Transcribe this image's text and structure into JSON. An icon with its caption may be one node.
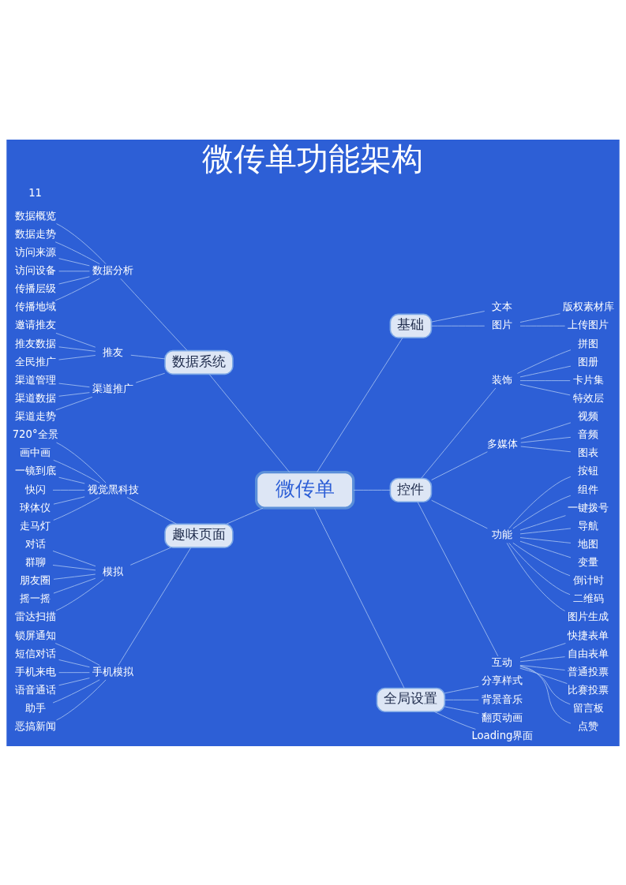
{
  "diagram": {
    "title": "微传单功能架构",
    "nodes": [
      {
        "text": [
          "微传单"
        ]
      },
      {
        "text": [
          "基础"
        ]
      },
      {
        "text": [
          "文本"
        ]
      },
      {
        "text": [
          "图片"
        ]
      },
      {
        "text": [
          "版权素材库"
        ]
      },
      {
        "text": [
          "上传图片"
        ]
      },
      {
        "text": [
          "控件"
        ]
      },
      {
        "text": [
          "装饰"
        ]
      },
      {
        "text": [
          "拼图"
        ]
      },
      {
        "text": [
          "图册"
        ]
      },
      {
        "text": [
          "卡片集"
        ]
      },
      {
        "text": [
          "特效层"
        ]
      },
      {
        "text": [
          "多媒体"
        ]
      },
      {
        "text": [
          "视频"
        ]
      },
      {
        "text": [
          "音频"
        ]
      },
      {
        "text": [
          "图表"
        ]
      },
      {
        "text": [
          "功能"
        ]
      },
      {
        "text": [
          "按钮"
        ]
      },
      {
        "text": [
          "组件"
        ]
      },
      {
        "text": [
          "一键拨号"
        ]
      },
      {
        "text": [
          "导航"
        ]
      },
      {
        "text": [
          "地图"
        ]
      },
      {
        "text": [
          "变量"
        ]
      },
      {
        "text": [
          "倒计时"
        ]
      },
      {
        "text": [
          "二维码"
        ]
      },
      {
        "text": [
          "图片生成"
        ]
      },
      {
        "text": [
          "互动"
        ]
      },
      {
        "text": [
          "快捷表单"
        ]
      },
      {
        "text": [
          "自由表单"
        ]
      },
      {
        "text": [
          "普通投票"
        ]
      },
      {
        "text": [
          "比赛投票"
        ]
      },
      {
        "text": [
          "留言板"
        ]
      },
      {
        "text": [
          "点赞"
        ]
      },
      {
        "text": [
          "全局设置"
        ]
      },
      {
        "text": [
          "分享样式"
        ]
      },
      {
        "text": [
          "背景音乐"
        ]
      },
      {
        "text": [
          "翻页动画"
        ]
      },
      {
        "text": [
          "Loading界面"
        ]
      },
      {
        "text": [
          "数据系统"
        ]
      },
      {
        "text": [
          "数据分析"
        ]
      },
      {
        "text": [
          "数据概览"
        ]
      },
      {
        "text": [
          "数据走势"
        ]
      },
      {
        "text": [
          "访问来源"
        ]
      },
      {
        "text": [
          "访问设备"
        ]
      },
      {
        "text": [
          "传播层级"
        ]
      },
      {
        "text": [
          "传播地域"
        ]
      },
      {
        "text": [
          "推友"
        ]
      },
      {
        "text": [
          "邀请推友"
        ]
      },
      {
        "text": [
          "推友数据"
        ]
      },
      {
        "text": [
          "全民推广"
        ]
      },
      {
        "text": [
          "渠道推广"
        ]
      },
      {
        "text": [
          "渠道管理"
        ]
      },
      {
        "text": [
          "渠道数据"
        ]
      },
      {
        "text": [
          "渠道走势"
        ]
      },
      {
        "text": [
          "趣味页面"
        ]
      },
      {
        "text": [
          "视觉黑科技"
        ]
      },
      {
        "text": [
          "720°全景"
        ]
      },
      {
        "text": [
          "画中画"
        ]
      },
      {
        "text": [
          "一镜到底"
        ]
      },
      {
        "text": [
          "快闪"
        ]
      },
      {
        "text": [
          "球体仪"
        ]
      },
      {
        "text": [
          "走马灯"
        ]
      },
      {
        "text": [
          "模拟"
        ]
      },
      {
        "text": [
          "对话"
        ]
      },
      {
        "text": [
          "群聊"
        ]
      },
      {
        "text": [
          "朋友圈"
        ]
      },
      {
        "text": [
          "摇一摇"
        ]
      },
      {
        "text": [
          "雷达扫描"
        ]
      },
      {
        "text": [
          "手机模拟"
        ]
      },
      {
        "text": [
          "锁屏通知"
        ]
      },
      {
        "text": [
          "短信对话"
        ]
      },
      {
        "text": [
          "手机来电"
        ]
      },
      {
        "text": [
          "语音通话"
        ]
      },
      {
        "text": [
          "助手"
        ]
      },
      {
        "text": [
          "恶搞新闻"
        ]
      }
    ],
    "edges": [
      {
        "from": 0,
        "to": 1,
        "arrow": "none"
      },
      {
        "from": 1,
        "to": 2,
        "arrow": "none"
      },
      {
        "from": 1,
        "to": 3,
        "arrow": "none"
      },
      {
        "from": 3,
        "to": 4,
        "arrow": "none"
      },
      {
        "from": 3,
        "to": 5,
        "arrow": "none"
      },
      {
        "from": 0,
        "to": 6,
        "arrow": "none"
      },
      {
        "from": 6,
        "to": 7,
        "arrow": "none"
      },
      {
        "from": 7,
        "to": 8,
        "arrow": "none"
      },
      {
        "from": 7,
        "to": 9,
        "arrow": "none"
      },
      {
        "from": 7,
        "to": 10,
        "arrow": "none"
      },
      {
        "from": 7,
        "to": 11,
        "arrow": "none"
      },
      {
        "from": 6,
        "to": 12,
        "arrow": "none"
      },
      {
        "from": 12,
        "to": 13,
        "arrow": "none"
      },
      {
        "from": 12,
        "to": 14,
        "arrow": "none"
      },
      {
        "from": 12,
        "to": 15,
        "arrow": "none"
      },
      {
        "from": 6,
        "to": 16,
        "arrow": "none"
      },
      {
        "from": 16,
        "to": 17,
        "arrow": "none"
      },
      {
        "from": 16,
        "to": 18,
        "arrow": "none"
      },
      {
        "from": 16,
        "to": 19,
        "arrow": "none"
      },
      {
        "from": 16,
        "to": 20,
        "arrow": "none"
      },
      {
        "from": 16,
        "to": 21,
        "arrow": "none"
      },
      {
        "from": 16,
        "to": 22,
        "arrow": "none"
      },
      {
        "from": 16,
        "to": 23,
        "arrow": "none"
      },
      {
        "from": 16,
        "to": 24,
        "arrow": "none"
      },
      {
        "from": 16,
        "to": 25,
        "arrow": "none"
      },
      {
        "from": 6,
        "to": 26,
        "arrow": "none"
      },
      {
        "from": 26,
        "to": 27,
        "arrow": "none"
      },
      {
        "from": 26,
        "to": 28,
        "arrow": "none"
      },
      {
        "from": 26,
        "to": 29,
        "arrow": "none"
      },
      {
        "from": 26,
        "to": 30,
        "arrow": "none"
      },
      {
        "from": 26,
        "to": 31,
        "arrow": "none"
      },
      {
        "from": 26,
        "to": 32,
        "arrow": "none"
      },
      {
        "from": 0,
        "to": 33,
        "arrow": "none"
      },
      {
        "from": 33,
        "to": 34,
        "arrow": "none"
      },
      {
        "from": 33,
        "to": 35,
        "arrow": "none"
      },
      {
        "from": 33,
        "to": 36,
        "arrow": "none"
      },
      {
        "from": 33,
        "to": 37,
        "arrow": "none"
      },
      {
        "from": 0,
        "to": 38,
        "arrow": "none"
      },
      {
        "from": 38,
        "to": 39,
        "arrow": "none"
      },
      {
        "from": 39,
        "to": 40,
        "arrow": "none"
      },
      {
        "from": 39,
        "to": 41,
        "arrow": "none"
      },
      {
        "from": 39,
        "to": 42,
        "arrow": "none"
      },
      {
        "from": 39,
        "to": 43,
        "arrow": "none"
      },
      {
        "from": 39,
        "to": 44,
        "arrow": "none"
      },
      {
        "from": 39,
        "to": 45,
        "arrow": "none"
      },
      {
        "from": 38,
        "to": 46,
        "arrow": "none"
      },
      {
        "from": 46,
        "to": 47,
        "arrow": "none"
      },
      {
        "from": 46,
        "to": 48,
        "arrow": "none"
      },
      {
        "from": 46,
        "to": 49,
        "arrow": "none"
      },
      {
        "from": 38,
        "to": 50,
        "arrow": "none"
      },
      {
        "from": 50,
        "to": 51,
        "arrow": "none"
      },
      {
        "from": 50,
        "to": 52,
        "arrow": "none"
      },
      {
        "from": 50,
        "to": 53,
        "arrow": "none"
      },
      {
        "from": 0,
        "to": 54,
        "arrow": "none"
      },
      {
        "from": 54,
        "to": 55,
        "arrow": "none"
      },
      {
        "from": 55,
        "to": 56,
        "arrow": "none"
      },
      {
        "from": 55,
        "to": 57,
        "arrow": "none"
      },
      {
        "from": 55,
        "to": 58,
        "arrow": "none"
      },
      {
        "from": 55,
        "to": 59,
        "arrow": "none"
      },
      {
        "from": 55,
        "to": 60,
        "arrow": "none"
      },
      {
        "from": 55,
        "to": 61,
        "arrow": "none"
      },
      {
        "from": 54,
        "to": 62,
        "arrow": "none"
      },
      {
        "from": 62,
        "to": 63,
        "arrow": "none"
      },
      {
        "from": 62,
        "to": 64,
        "arrow": "none"
      },
      {
        "from": 62,
        "to": 65,
        "arrow": "none"
      },
      {
        "from": 62,
        "to": 66,
        "arrow": "none"
      },
      {
        "from": 62,
        "to": 67,
        "arrow": "none"
      },
      {
        "from": 54,
        "to": 68,
        "arrow": "none"
      },
      {
        "from": 68,
        "to": 69,
        "arrow": "none"
      },
      {
        "from": 68,
        "to": 70,
        "arrow": "none"
      },
      {
        "from": 68,
        "to": 71,
        "arrow": "none"
      },
      {
        "from": 68,
        "to": 72,
        "arrow": "none"
      },
      {
        "from": 68,
        "to": 73,
        "arrow": "none"
      },
      {
        "from": 68,
        "to": 74,
        "arrow": "none"
      }
    ],
    "labels": [
      "11"
    ]
  }
}
